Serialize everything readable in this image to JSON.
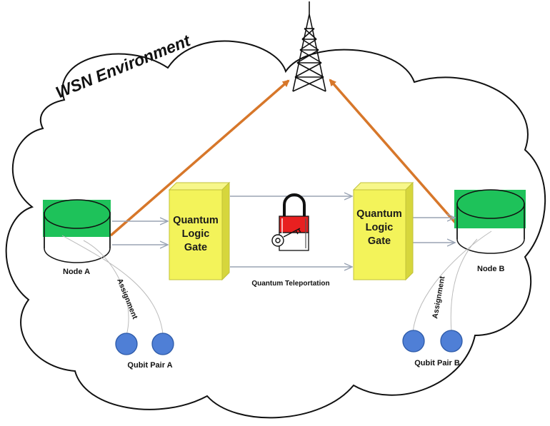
{
  "environment": {
    "title": "WSN Environment"
  },
  "node_a": {
    "label": "Node A"
  },
  "node_b": {
    "label": "Node B"
  },
  "gate_left": {
    "line1": "Quantum",
    "line2": "Logic",
    "line3": "Gate"
  },
  "gate_right": {
    "line1": "Quantum",
    "line2": "Logic",
    "line3": "Gate"
  },
  "teleportation": {
    "label": "Quantum Teleportation"
  },
  "assignment_left": {
    "label": "Assignment"
  },
  "assignment_right": {
    "label": "Assignment"
  },
  "qubit_pair_a": {
    "label": "Qubit Pair A"
  },
  "qubit_pair_b": {
    "label": "Qubit Pair B"
  },
  "colors": {
    "cylinder_green": "#1ec25a",
    "gate_yellow": "#f3f35a",
    "link_orange": "#d7772a",
    "qubit_blue": "#4f7fd6",
    "lock_red": "#e82020"
  },
  "icons": [
    "tower-icon",
    "lock-icon",
    "key-icon"
  ]
}
